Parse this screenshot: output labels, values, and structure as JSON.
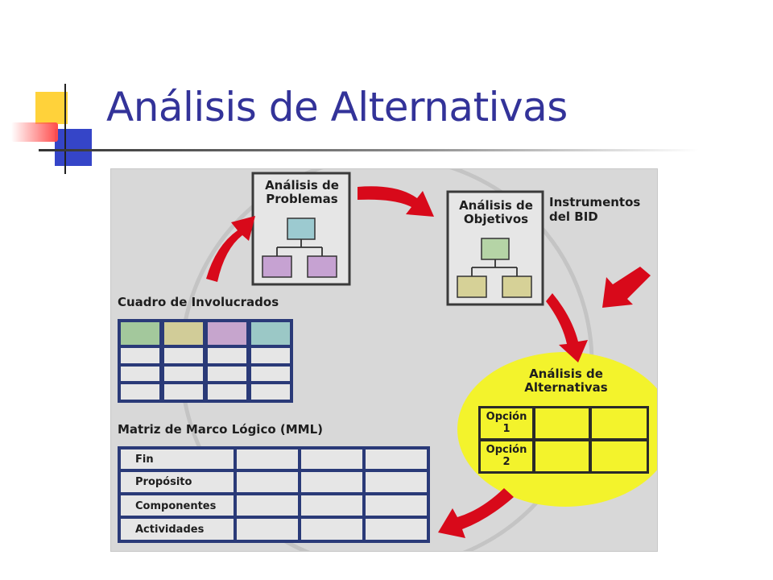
{
  "slide": {
    "title": "Análisis de Alternativas"
  },
  "diagram": {
    "problemas_box": {
      "line1": "Análisis de",
      "line2": "Problemas"
    },
    "objetivos_box": {
      "line1": "Análisis de",
      "line2": "Objetivos"
    },
    "instrumentos": {
      "line1": "Instrumentos",
      "line2": "del BID"
    },
    "cuadro_label": "Cuadro de Involucrados",
    "matriz_label": "Matriz de Marco Lógico (MML)",
    "mml_rows": [
      "Fin",
      "Propósito",
      "Componentes",
      "Actividades"
    ],
    "alternativas": {
      "line1": "Análisis de",
      "line2": "Alternativas",
      "options": [
        {
          "line1": "Opción",
          "line2": "1"
        },
        {
          "line1": "Opción",
          "line2": "2"
        }
      ]
    },
    "colors": {
      "background": "#d8d8d8",
      "arrow": "#d8091a",
      "highlight": "#f3f32c",
      "grid_border": "#2a3a78",
      "title": "#333399"
    }
  }
}
